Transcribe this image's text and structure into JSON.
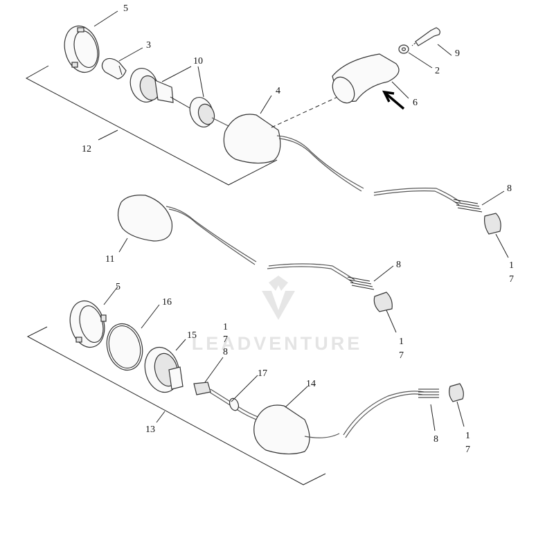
{
  "colors": {
    "line": "#222222",
    "watermark": "#e4e4e4",
    "background": "#ffffff"
  },
  "watermark": {
    "text": "LEADVENTURE",
    "icon": "leadventure-logo-icon"
  },
  "callouts": {
    "c5a": "5",
    "c3": "3",
    "c10": "10",
    "c4": "4",
    "c12": "12",
    "c9": "9",
    "c2": "2",
    "c6": "6",
    "c8a": "8",
    "c11": "11",
    "c17a": "1",
    "c17a2": "7",
    "c8b": "8",
    "c17b": "1",
    "c17b2": "7",
    "c5b": "5",
    "c16": "16",
    "c15": "15",
    "c17c": "1",
    "c17c2": "7",
    "c8c": "8",
    "c17d": "17",
    "c14": "14",
    "c13": "13",
    "c8d": "8",
    "c17e": "1",
    "c17e2": "7"
  }
}
